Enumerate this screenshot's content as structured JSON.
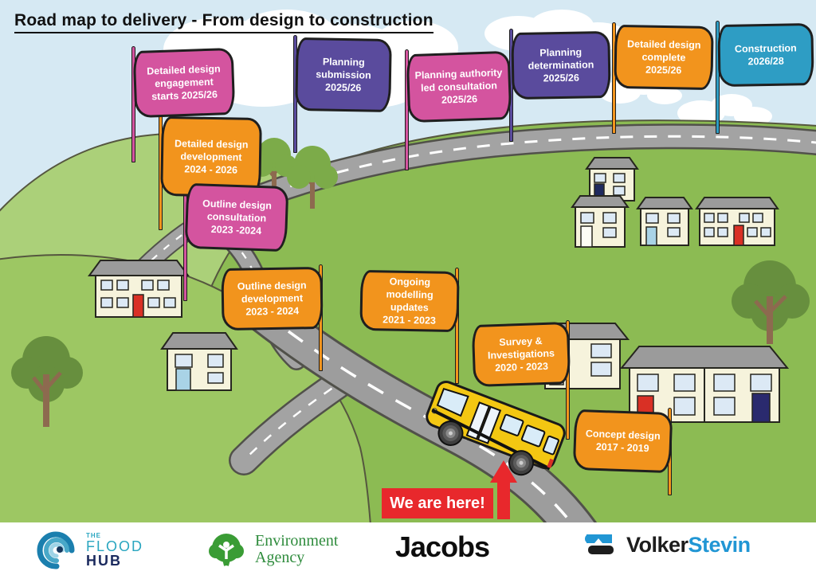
{
  "title": "Road map to delivery - From design to construction",
  "milestones": [
    {
      "name": "concept-design",
      "text": "Concept design\n2017 - 2019",
      "color": "#f2941d"
    },
    {
      "name": "survey-investigations",
      "text": "Survey &\nInvestigations\n2020 - 2023",
      "color": "#f2941d"
    },
    {
      "name": "ongoing-modelling-updates",
      "text": "Ongoing\nmodelling updates\n2021 - 2023",
      "color": "#f2941d"
    },
    {
      "name": "outline-design-development",
      "text": "Outline design\ndevelopment\n2023 - 2024",
      "color": "#f2941d"
    },
    {
      "name": "outline-design-consultation",
      "text": "Outline design\nconsultation\n2023 -2024",
      "color": "#d4549f"
    },
    {
      "name": "detailed-design-development",
      "text": "Detailed design\ndevelopment\n2024 - 2026",
      "color": "#f2941d"
    },
    {
      "name": "detailed-design-engagement",
      "text": "Detailed design\nengagement\nstarts 2025/26",
      "color": "#d4549f"
    },
    {
      "name": "planning-submission",
      "text": "Planning\nsubmission\n2025/26",
      "color": "#5a4b9d"
    },
    {
      "name": "planning-authority-consultation",
      "text": "Planning authority\nled consultation\n2025/26",
      "color": "#d4549f"
    },
    {
      "name": "planning-determination",
      "text": "Planning\ndetermination\n2025/26",
      "color": "#5a4b9d"
    },
    {
      "name": "detailed-design-complete",
      "text": "Detailed design\ncomplete\n2025/26",
      "color": "#f2941d"
    },
    {
      "name": "construction",
      "text": "Construction\n2026/28",
      "color": "#2e9dc4"
    }
  ],
  "marker": {
    "label": "We are here!",
    "color": "#e8282c"
  },
  "palette": {
    "sky": "#d6e9f3",
    "hill_light": "#abd079",
    "hill_mid": "#8cbb53",
    "hill_fore": "#9dc763",
    "road_gray": "#a3a3a3",
    "flag_pink": "#d4549f",
    "flag_purple": "#5a4b9d",
    "flag_orange": "#f2941d",
    "flag_blue": "#2e9dc4",
    "marker_red": "#e8282c",
    "bus_yellow": "#f3c712"
  },
  "footer": {
    "flood_hub": {
      "the": "THE",
      "flood": "FLOOD",
      "hub": "HUB",
      "teal": "#2aa6c0",
      "navy": "#1b2a5e"
    },
    "environment_agency": {
      "text": "Environment\nAgency",
      "green": "#2e8b3c"
    },
    "jacobs": {
      "text": "Jacobs",
      "black": "#0d0d0d"
    },
    "volker_stevin": {
      "volker": "Volker",
      "stevin": "Stevin",
      "blue": "#2196d4"
    }
  }
}
